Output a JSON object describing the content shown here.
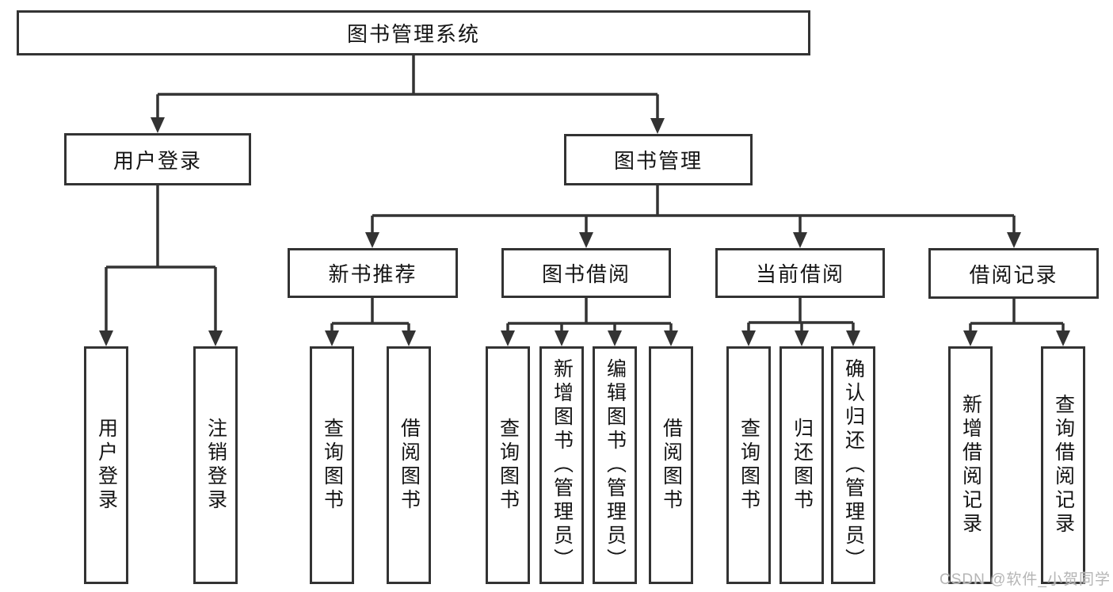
{
  "diagram": {
    "title": "图书管理系统",
    "watermark": "CSDN @软件_小贺同学",
    "colors": {
      "line": "#333333",
      "box_border": "#333333",
      "box_bg": "#ffffff",
      "text": "#141414",
      "watermark": "#b5b5b5"
    },
    "nodes": {
      "root": {
        "label": "图书管理系统"
      },
      "user_login": {
        "label": "用户登录"
      },
      "book_mgmt": {
        "label": "图书管理"
      },
      "new_book_rec": {
        "label": "新书推荐"
      },
      "book_borrow": {
        "label": "图书借阅"
      },
      "current_borrow": {
        "label": "当前借阅"
      },
      "borrow_record": {
        "label": "借阅记录"
      },
      "leaf_user_login": {
        "label": "用户登录"
      },
      "leaf_logout": {
        "label": "注销登录"
      },
      "leaf_query_books_1": {
        "label": "查询图书"
      },
      "leaf_borrow_books_1": {
        "label": "借阅图书"
      },
      "leaf_query_books_2": {
        "label": "查询图书"
      },
      "leaf_add_books_admin": {
        "label": "新增图书（管理员）"
      },
      "leaf_edit_books_admin": {
        "label": "编辑图书（管理员）"
      },
      "leaf_borrow_books_2": {
        "label": "借阅图书"
      },
      "leaf_query_books_3": {
        "label": "查询图书"
      },
      "leaf_return_books": {
        "label": "归还图书"
      },
      "leaf_confirm_return_admin": {
        "label": "确认归还（管理员）"
      },
      "leaf_add_borrow_record": {
        "label": "新增借阅记录"
      },
      "leaf_query_borrow_record": {
        "label": "查询借阅记录"
      }
    },
    "tree": {
      "图书管理系统": {
        "用户登录": [
          "用户登录",
          "注销登录"
        ],
        "图书管理": {
          "新书推荐": [
            "查询图书",
            "借阅图书"
          ],
          "图书借阅": [
            "查询图书",
            "新增图书（管理员）",
            "编辑图书（管理员）",
            "借阅图书"
          ],
          "当前借阅": [
            "查询图书",
            "归还图书",
            "确认归还（管理员）"
          ],
          "借阅记录": [
            "新增借阅记录",
            "查询借阅记录"
          ]
        }
      }
    }
  }
}
